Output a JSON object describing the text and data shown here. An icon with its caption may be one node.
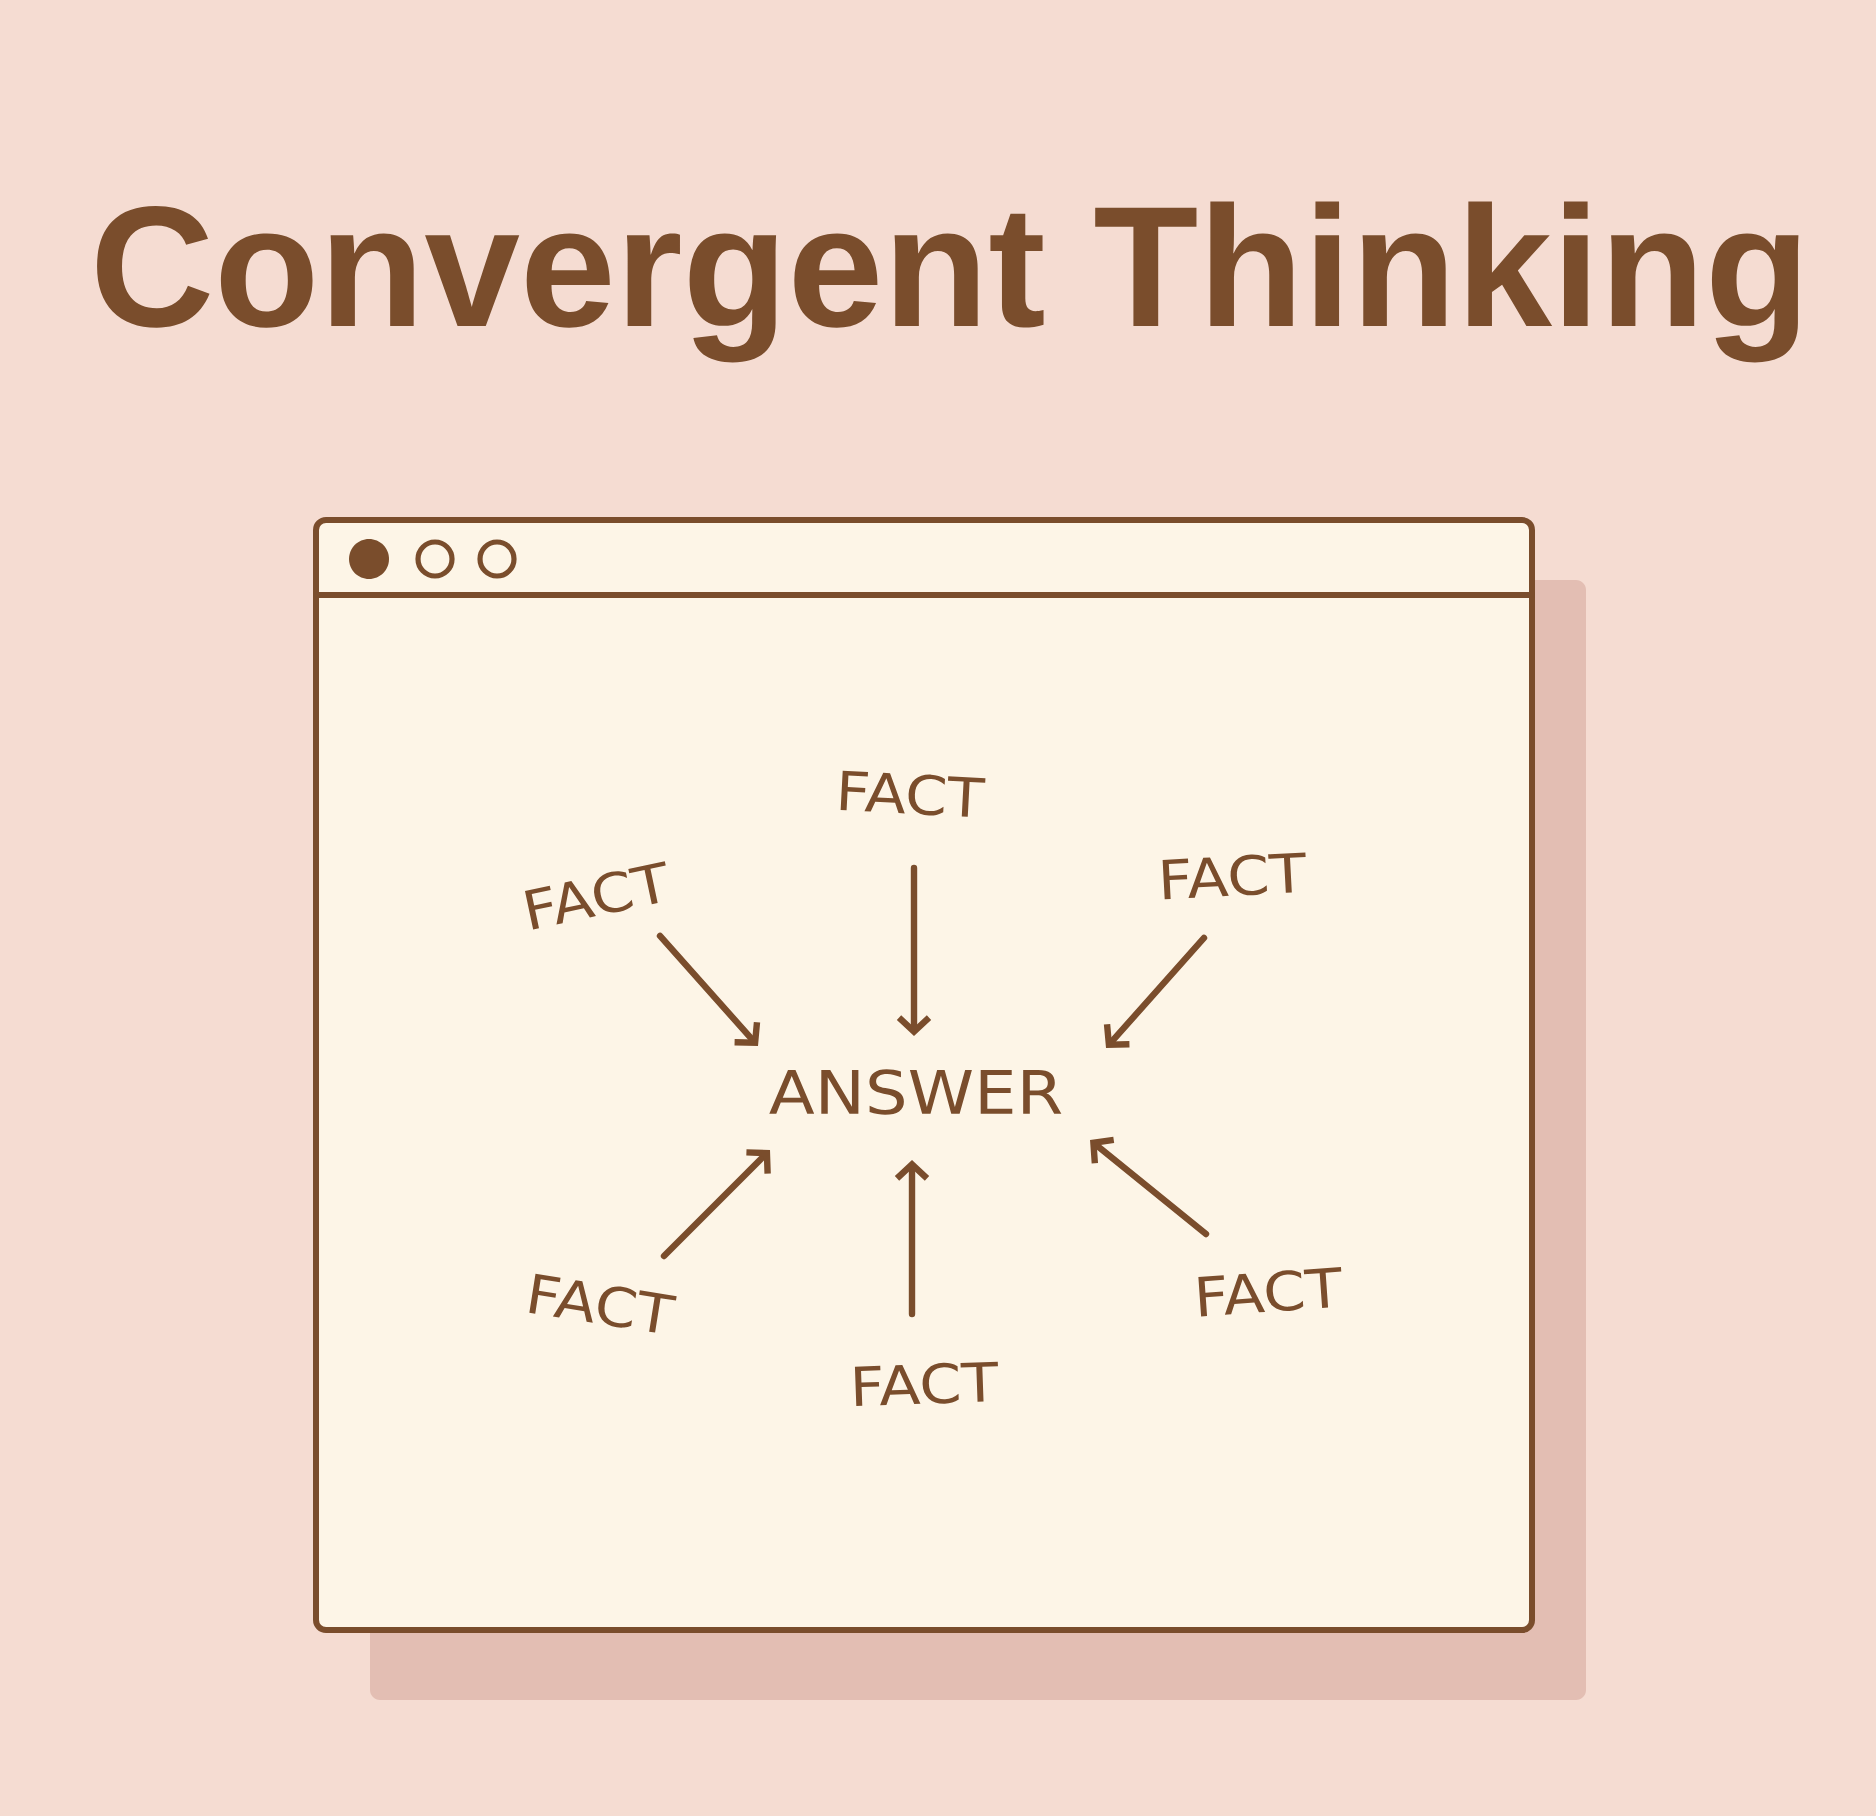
{
  "diagram": {
    "title": "Convergent Thinking",
    "nodes": [
      {
        "text": [],
        "shape": "box"
      },
      {
        "text": [
          "FACT"
        ],
        "in": 0
      },
      {
        "text": [
          "FACT"
        ],
        "in": 0
      },
      {
        "text": [
          "FACT"
        ],
        "in": 0
      },
      {
        "text": [
          "ANSWER"
        ],
        "in": 0
      },
      {
        "text": [
          "FACT"
        ],
        "in": 0
      },
      {
        "text": [
          "FACT"
        ],
        "in": 0
      },
      {
        "text": [
          "FACT"
        ],
        "in": 0
      }
    ],
    "edges": [
      {
        "from": 1,
        "to": 4,
        "arrow": "to"
      },
      {
        "from": 2,
        "to": 4,
        "arrow": "to"
      },
      {
        "from": 3,
        "to": 4,
        "arrow": "to"
      },
      {
        "from": 5,
        "to": 4,
        "arrow": "to"
      },
      {
        "from": 6,
        "to": 4,
        "arrow": "to"
      },
      {
        "from": 7,
        "to": 4,
        "arrow": "to"
      }
    ]
  }
}
